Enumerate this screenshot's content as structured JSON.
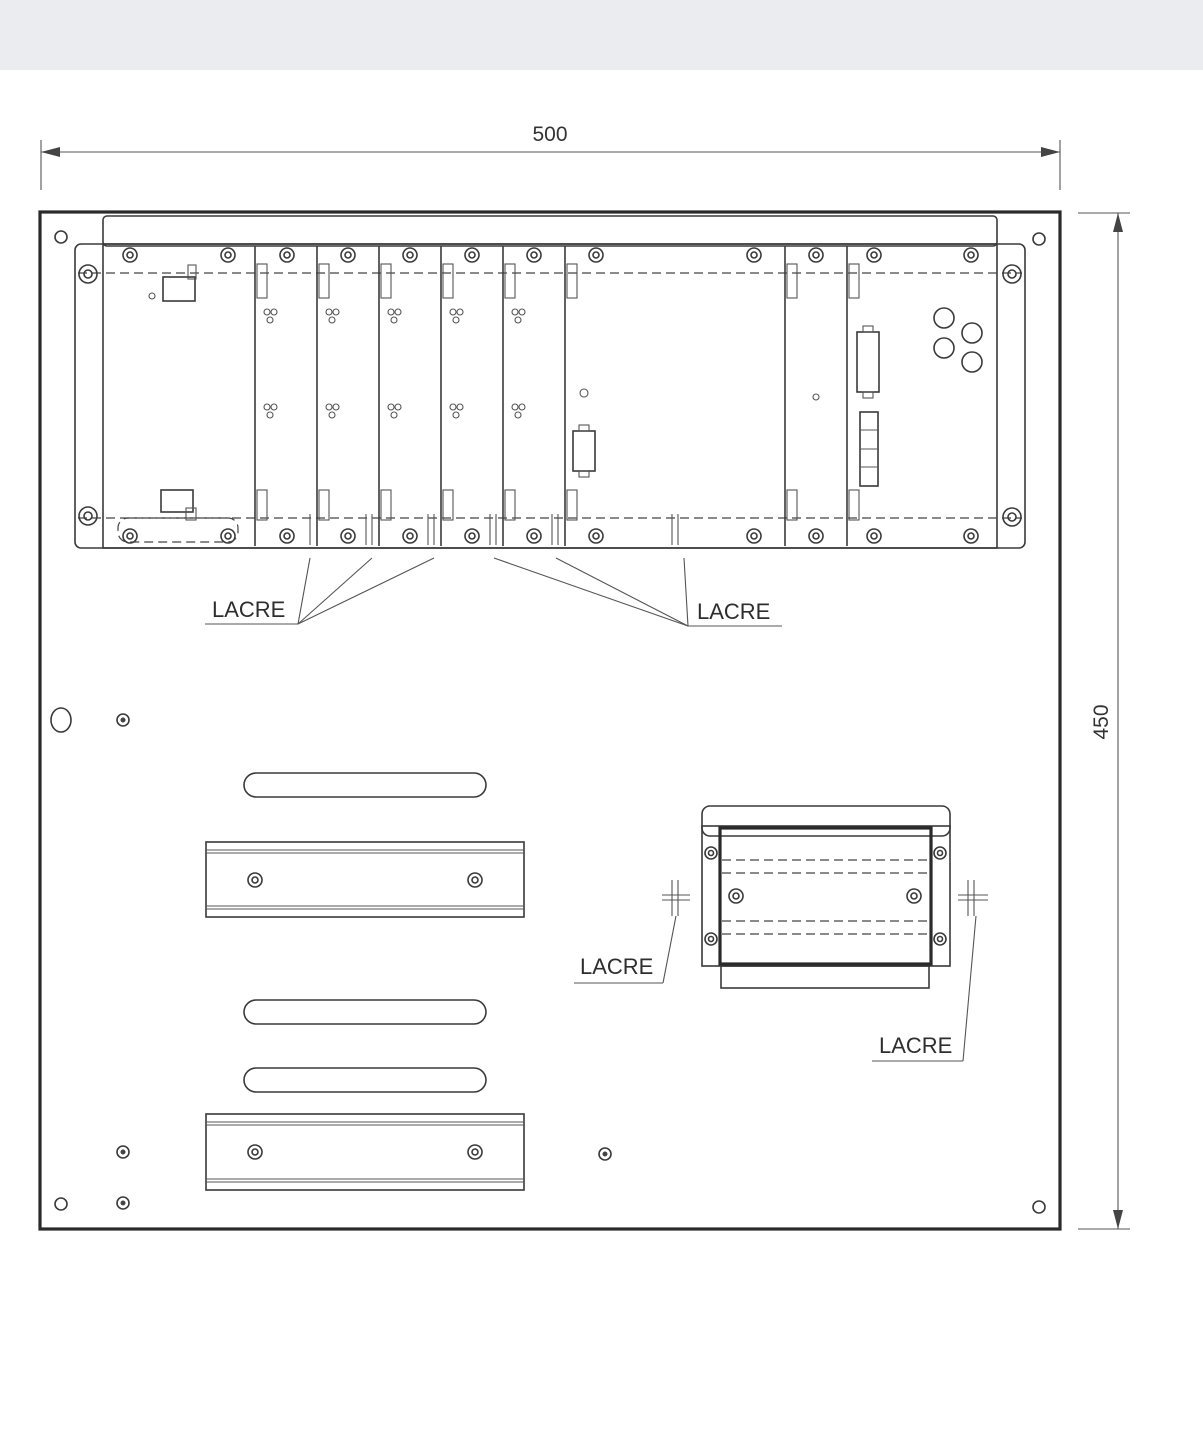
{
  "dimensions": {
    "width_label": "500",
    "height_label": "450"
  },
  "labels": {
    "lacre": "LACRE"
  },
  "colors": {
    "line": "#3a3a3a",
    "background": "#ffffff"
  }
}
